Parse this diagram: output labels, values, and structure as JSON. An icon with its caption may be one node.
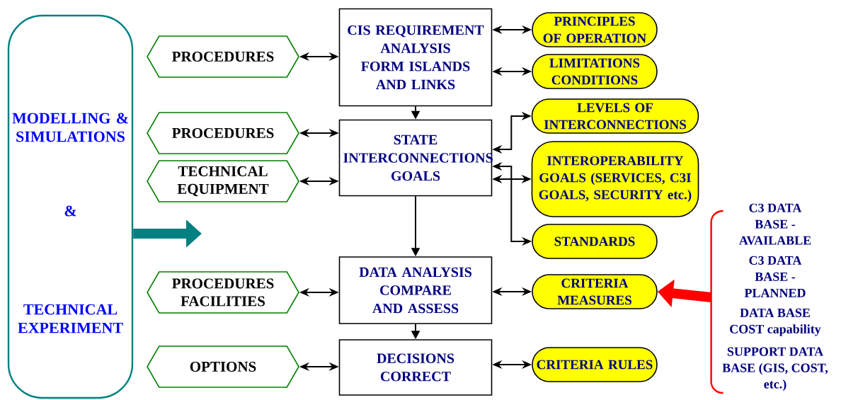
{
  "diagram": {
    "nodes": [
      {
        "text": [
          "MODELLING & SIMULATIONS",
          "&",
          "TECHNICAL EXPERIMENT"
        ]
      },
      {
        "text": [
          "PROCEDURES"
        ]
      },
      {
        "text": [
          "PROCEDURES"
        ]
      },
      {
        "text": [
          "TECHNICAL EQUIPMENT"
        ]
      },
      {
        "text": [
          "PROCEDURES FACILITIES"
        ]
      },
      {
        "text": [
          "OPTIONS"
        ]
      },
      {
        "text": [
          "CIS REQUIREMENT ANALYSIS FORM ISLANDS AND LINKS"
        ]
      },
      {
        "text": [
          "STATE INTERCONNECTIONS GOALS"
        ]
      },
      {
        "text": [
          "DATA ANALYSIS COMPARE AND ASSESS"
        ]
      },
      {
        "text": [
          "DECISIONS CORRECT"
        ]
      },
      {
        "text": [
          "PRINCIPLES OF OPERATION"
        ]
      },
      {
        "text": [
          "LIMITATIONS CONDITIONS"
        ]
      },
      {
        "text": [
          "LEVELS OF INTERCONNECTIONS"
        ]
      },
      {
        "text": [
          "INTEROPERABILITY GOALS (SERVICES, C3I GOALS, SECURITY etc.)"
        ]
      },
      {
        "text": [
          "STANDARDS"
        ]
      },
      {
        "text": [
          "CRITERIA MEASURES"
        ]
      },
      {
        "text": [
          "CRITERIA RULES"
        ]
      },
      {
        "text": [
          "C3 DATA BASE - AVAILABLE",
          "C3 DATA BASE - PLANNED",
          "DATA BASE COST capability",
          "SUPPORT DATA BASE (GIS, COST, etc.)"
        ]
      }
    ],
    "edges": [
      {
        "from": 1,
        "to": 6,
        "arrow": "both"
      },
      {
        "from": 2,
        "to": 7,
        "arrow": "both"
      },
      {
        "from": 3,
        "to": 7,
        "arrow": "both"
      },
      {
        "from": 4,
        "to": 8,
        "arrow": "both"
      },
      {
        "from": 5,
        "to": 9,
        "arrow": "both"
      },
      {
        "from": 6,
        "to": 7,
        "arrow": "to"
      },
      {
        "from": 7,
        "to": 8,
        "arrow": "to"
      },
      {
        "from": 8,
        "to": 9,
        "arrow": "to"
      },
      {
        "from": 6,
        "to": 10,
        "arrow": "both"
      },
      {
        "from": 6,
        "to": 11,
        "arrow": "both"
      },
      {
        "from": 7,
        "to": 12,
        "arrow": "both"
      },
      {
        "from": 7,
        "to": 13,
        "arrow": "both"
      },
      {
        "from": 7,
        "to": 14,
        "arrow": "both"
      },
      {
        "from": 8,
        "to": 15,
        "arrow": "both"
      },
      {
        "from": 9,
        "to": 16,
        "arrow": "both"
      },
      {
        "from": 0,
        "to": null,
        "arrow": "to",
        "style": "thick",
        "color": "#008080"
      },
      {
        "from": 17,
        "to": 15,
        "arrow": "to",
        "style": "thick",
        "color": "#ff0000"
      }
    ]
  }
}
